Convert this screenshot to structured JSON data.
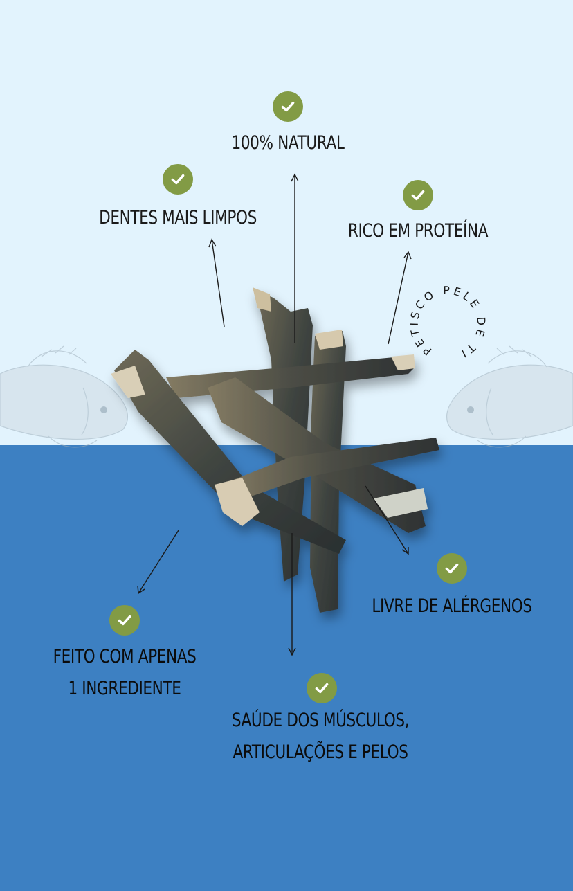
{
  "brand": {
    "circular_text": "PETISCO PELE DE TILÁPIA"
  },
  "colors": {
    "top_background": "#e2f3fd",
    "bottom_background": "#3d80c2",
    "check_badge": "#829b45"
  },
  "benefits": [
    {
      "icon": "check-icon",
      "lines": [
        "100% NATURAL"
      ]
    },
    {
      "icon": "check-icon",
      "lines": [
        "DENTES MAIS LIMPOS"
      ]
    },
    {
      "icon": "check-icon",
      "lines": [
        "RICO EM PROTEÍNA"
      ]
    },
    {
      "icon": "check-icon",
      "lines": [
        "LIVRE DE ALÉRGENOS"
      ]
    },
    {
      "icon": "check-icon",
      "lines": [
        "FEITO COM APENAS",
        "1 INGREDIENTE"
      ]
    },
    {
      "icon": "check-icon",
      "lines": [
        "SAÚDE DOS MÚSCULOS,",
        "ARTICULAÇÕES E PELOS"
      ]
    }
  ]
}
